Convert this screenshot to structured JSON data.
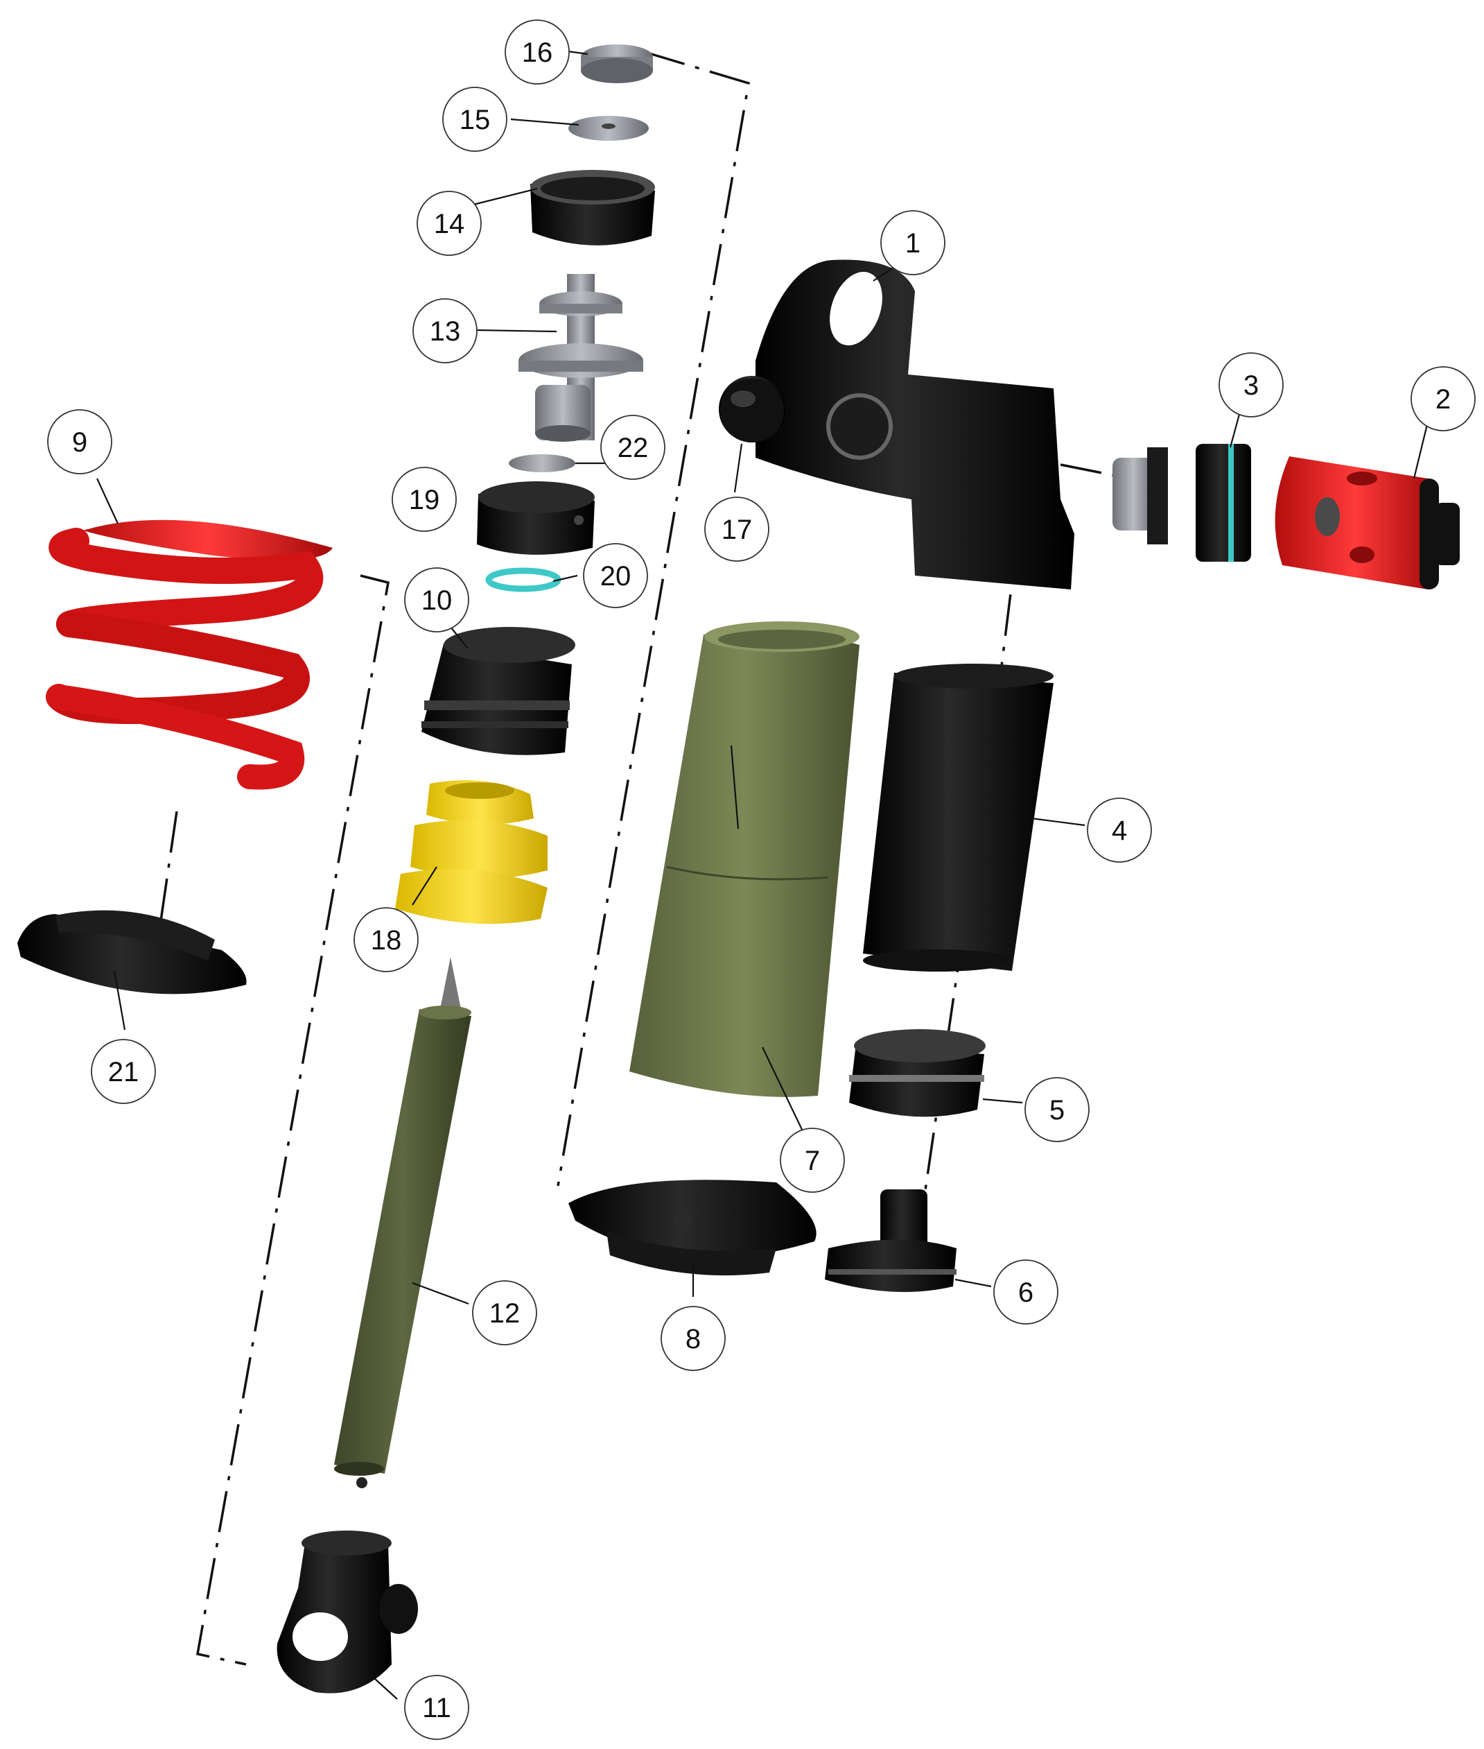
{
  "callouts": [
    "1",
    "2",
    "3",
    "4",
    "5",
    "6",
    "7",
    "8",
    "9",
    "10",
    "11",
    "12",
    "13",
    "14",
    "15",
    "16",
    "17",
    "18",
    "19",
    "20",
    "21",
    "22"
  ],
  "colors": {
    "black_part": "#0b0b0b",
    "spring_red": "#d81818",
    "body_red": "#e21b1b",
    "olive": "#6f7a4a",
    "olive_dark": "#4c5530",
    "yellow": "#f1d21a",
    "grey": "#9a9ea3",
    "teal": "#3ec8c8"
  }
}
